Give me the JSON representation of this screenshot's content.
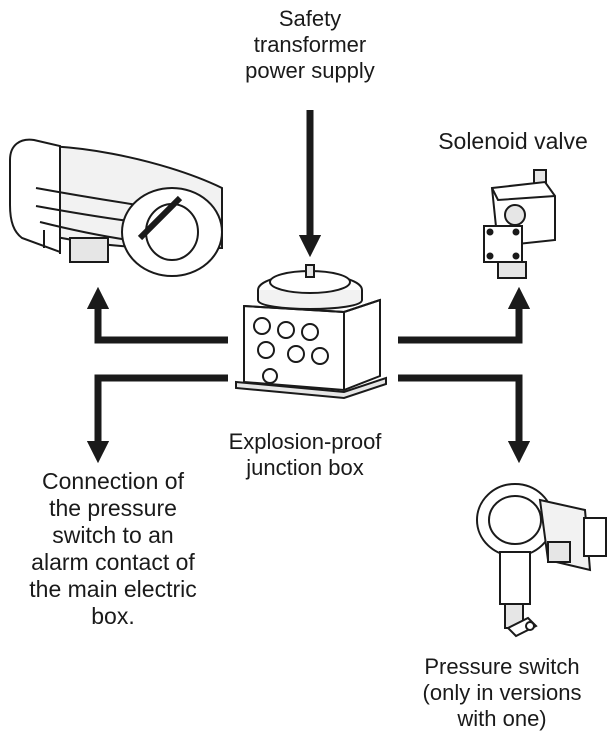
{
  "diagram": {
    "labels": {
      "power_supply": "Safety\ntransformer\npower supply",
      "solenoid_valve": "Solenoid valve",
      "junction_box": "Explosion-proof\njunction box",
      "connection": "Connection of\nthe pressure\nswitch to an\nalarm contact of\nthe main electric\nbox.",
      "pressure_switch": "Pressure switch\n(only in versions\nwith one)"
    },
    "colors": {
      "line": "#1a1a1a",
      "fill": "#ffffff",
      "shade": "#e6e6e6"
    }
  }
}
